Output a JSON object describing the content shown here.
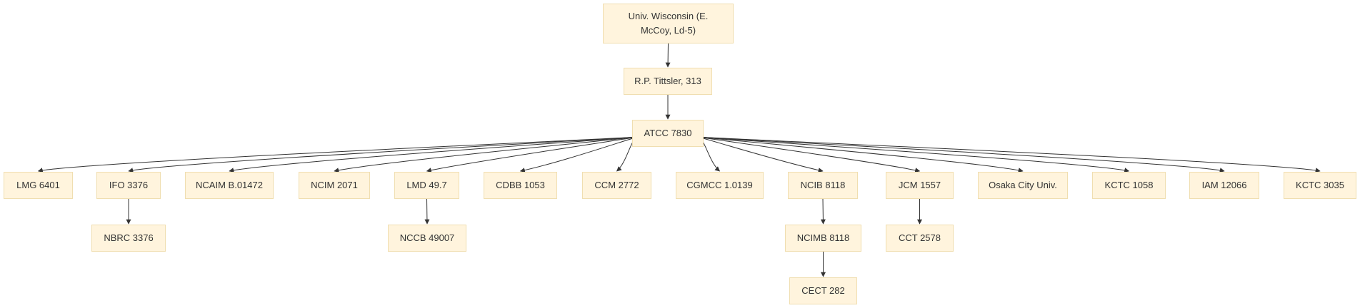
{
  "diagram": {
    "nodes": {
      "root": "Univ. Wisconsin (E. McCoy, Ld-5)",
      "tittsler": "R.P. Tittsler, 313",
      "atcc": "ATCC 7830",
      "lmg": "LMG 6401",
      "ifo": "IFO 3376",
      "ncaim": "NCAIM B.01472",
      "ncim": "NCIM 2071",
      "lmd": "LMD 49.7",
      "cdbb": "CDBB 1053",
      "ccm": "CCM 2772",
      "cgmcc": "CGMCC 1.0139",
      "ncib": "NCIB 8118",
      "jcm": "JCM 1557",
      "osaka": "Osaka City Univ.",
      "kctc1058": "KCTC 1058",
      "iam": "IAM 12066",
      "kctc3035": "KCTC 3035",
      "nbrc": "NBRC 3376",
      "nccb": "NCCB 49007",
      "ncimb": "NCIMB 8118",
      "cct": "CCT 2578",
      "cect": "CECT 282"
    },
    "edges": [
      [
        "root",
        "tittsler"
      ],
      [
        "tittsler",
        "atcc"
      ],
      [
        "atcc",
        "lmg"
      ],
      [
        "atcc",
        "ifo"
      ],
      [
        "atcc",
        "ncaim"
      ],
      [
        "atcc",
        "ncim"
      ],
      [
        "atcc",
        "lmd"
      ],
      [
        "atcc",
        "cdbb"
      ],
      [
        "atcc",
        "ccm"
      ],
      [
        "atcc",
        "cgmcc"
      ],
      [
        "atcc",
        "ncib"
      ],
      [
        "atcc",
        "jcm"
      ],
      [
        "atcc",
        "osaka"
      ],
      [
        "atcc",
        "kctc1058"
      ],
      [
        "atcc",
        "iam"
      ],
      [
        "atcc",
        "kctc3035"
      ],
      [
        "ifo",
        "nbrc"
      ],
      [
        "lmd",
        "nccb"
      ],
      [
        "ncib",
        "ncimb"
      ],
      [
        "ncimb",
        "cect"
      ],
      [
        "jcm",
        "cct"
      ]
    ]
  }
}
